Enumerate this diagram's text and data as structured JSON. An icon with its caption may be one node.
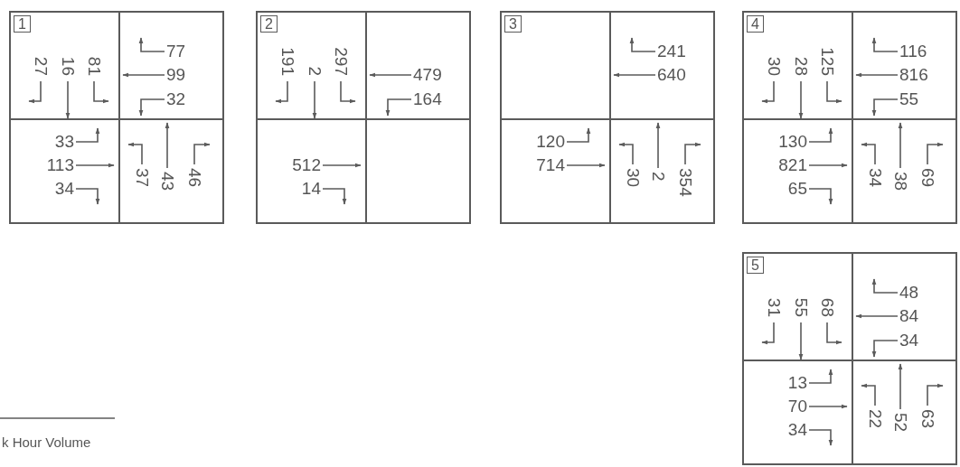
{
  "diagram": {
    "nodes": [
      {
        "text": [
          "1"
        ]
      },
      {
        "text": [
          "2"
        ]
      },
      {
        "text": [
          "3"
        ]
      },
      {
        "text": [
          "4"
        ]
      },
      {
        "text": [
          "5"
        ]
      }
    ],
    "labels": [
      "27",
      "16",
      "81",
      "77",
      "99",
      "32",
      "33",
      "113",
      "34",
      "37",
      "43",
      "46",
      "191",
      "2",
      "297",
      "479",
      "164",
      "512",
      "14",
      "241",
      "640",
      "120",
      "714",
      "30",
      "2",
      "354",
      "30",
      "28",
      "125",
      "116",
      "816",
      "55",
      "130",
      "821",
      "65",
      "34",
      "38",
      "69",
      "31",
      "55",
      "68",
      "48",
      "84",
      "34",
      "13",
      "70",
      "34",
      "22",
      "52",
      "63",
      "k Hour Volume"
    ]
  }
}
